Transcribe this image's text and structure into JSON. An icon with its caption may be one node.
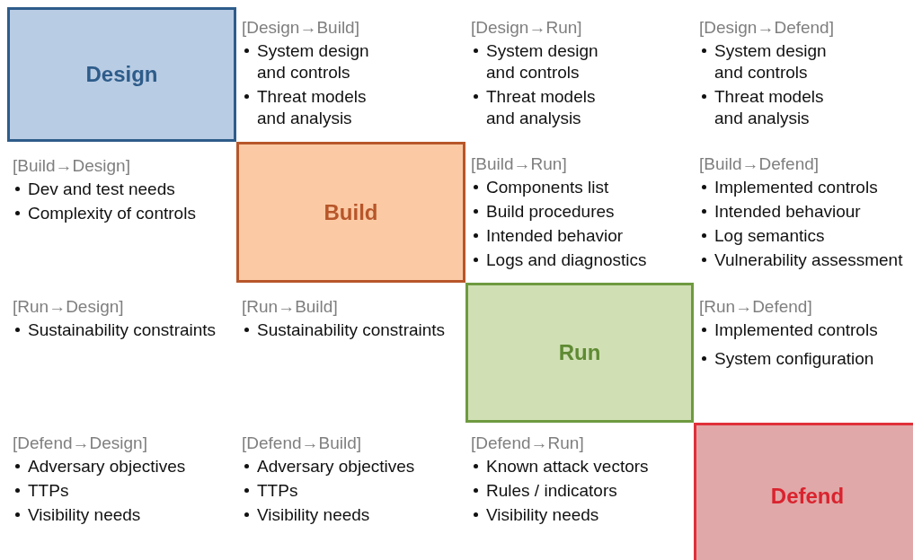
{
  "diagram": {
    "nodes": [
      {
        "text": [
          "Design"
        ]
      },
      {
        "text": [
          "Build"
        ]
      },
      {
        "text": [
          "Run"
        ]
      },
      {
        "text": [
          "Defend"
        ]
      }
    ],
    "labels": [
      "[Design→Build]",
      "System design and controls",
      "Threat models and analysis",
      "[Design→Run]",
      "System design and controls",
      "Threat models and analysis",
      "[Design→Defend]",
      "System design and controls",
      "Threat models and analysis",
      "[Build→Design]",
      "Dev and test needs",
      "Complexity of controls",
      "[Build→Run]",
      "Components list",
      "Build procedures",
      "Intended behavior",
      "Logs and diagnostics",
      "[Build→Defend]",
      "Implemented controls",
      "Intended behaviour",
      "Log semantics",
      "Vulnerability assessment",
      "[Run→Design]",
      "Sustainability constraints",
      "[Run→Build]",
      "Sustainability constraints",
      "[Run→Defend]",
      "Implemented controls",
      "System configuration",
      "[Defend→Design]",
      "Adversary objectives",
      "TTPs",
      "Visibility needs",
      "[Defend→Build]",
      "Adversary objectives",
      "TTPs",
      "Visibility needs",
      "[Defend→Run]",
      "Known attack vectors",
      "Rules / indicators",
      "Visibility needs"
    ]
  }
}
